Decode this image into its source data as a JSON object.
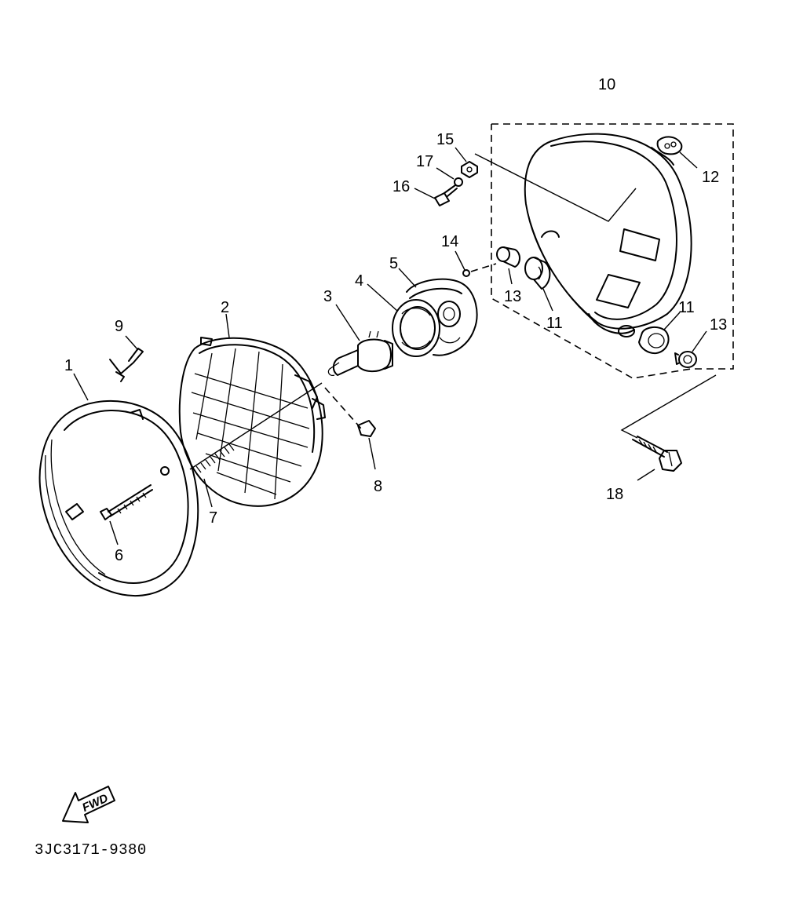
{
  "diagram": {
    "reference_code": "3JC3171-9380",
    "fwd_label": "FWD",
    "labels": [
      {
        "id": "1",
        "text": "1"
      },
      {
        "id": "2",
        "text": "2"
      },
      {
        "id": "3",
        "text": "3"
      },
      {
        "id": "4",
        "text": "4"
      },
      {
        "id": "5",
        "text": "5"
      },
      {
        "id": "6",
        "text": "6"
      },
      {
        "id": "7",
        "text": "7"
      },
      {
        "id": "8",
        "text": "8"
      },
      {
        "id": "9",
        "text": "9"
      },
      {
        "id": "10",
        "text": "10"
      },
      {
        "id": "11a",
        "text": "11"
      },
      {
        "id": "11b",
        "text": "11"
      },
      {
        "id": "12",
        "text": "12"
      },
      {
        "id": "13a",
        "text": "13"
      },
      {
        "id": "13b",
        "text": "13"
      },
      {
        "id": "14",
        "text": "14"
      },
      {
        "id": "15",
        "text": "15"
      },
      {
        "id": "16",
        "text": "16"
      },
      {
        "id": "17",
        "text": "17"
      },
      {
        "id": "18",
        "text": "18"
      }
    ]
  }
}
